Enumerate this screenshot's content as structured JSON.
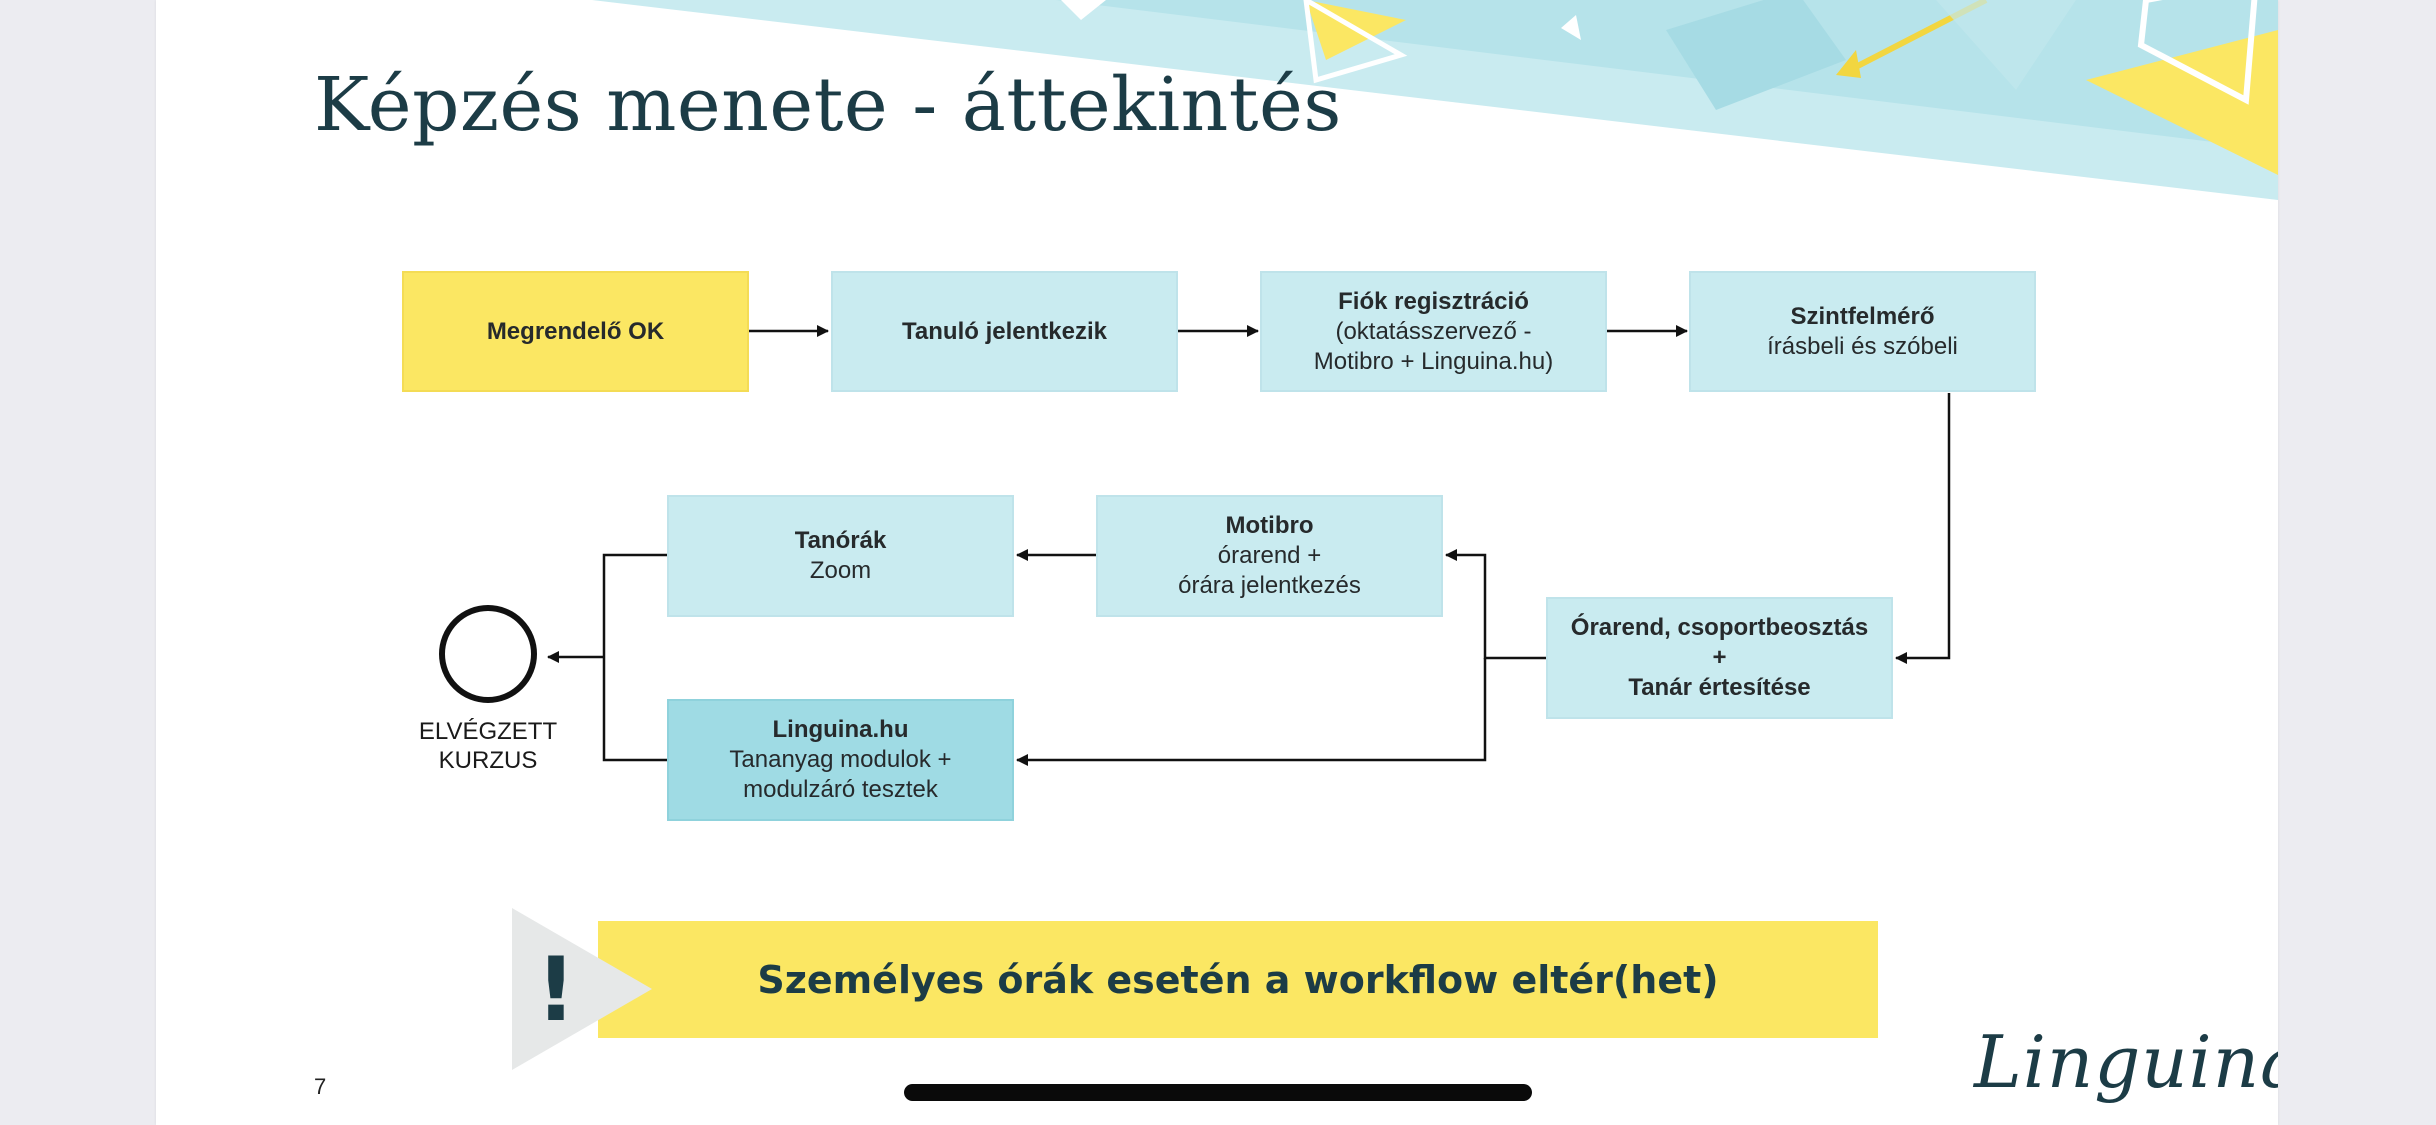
{
  "slide": {
    "title": "Képzés menete - áttekintés",
    "page_number": "7",
    "logo_text": "Linguina"
  },
  "flow": {
    "megrendelo": {
      "title": "Megrendelő OK"
    },
    "tanulo": {
      "title": "Tanuló jelentkezik"
    },
    "fiok": {
      "title": "Fiók regisztráció",
      "line1": "(oktatásszervező -",
      "line2": "Motibro + Linguina.hu)"
    },
    "szintfelmero": {
      "title": "Szintfelmérő",
      "line1": "írásbeli és szóbeli"
    },
    "orarend": {
      "title": "Órarend, csoportbeosztás",
      "line1": "+",
      "line2": "Tanár értesítése"
    },
    "motibro": {
      "title": "Motibro",
      "line1": "órarend +",
      "line2": "órára jelentkezés"
    },
    "tanorak": {
      "title": "Tanórák",
      "line1": "Zoom"
    },
    "linguina": {
      "title": "Linguina.hu",
      "line1": "Tananyag modulok +",
      "line2": "modulzáró tesztek"
    },
    "end": {
      "line1": "ELVÉGZETT",
      "line2": "KURZUS"
    }
  },
  "note": {
    "icon": "exclamation-icon",
    "symbol": "!",
    "text": "Személyes órák esetén a workflow eltér(het)"
  },
  "colors": {
    "title": "#1c3c46",
    "yellow": "#fbe763",
    "light_blue": "#c9ebf0",
    "mid_blue": "#9fdbe4",
    "banner_teal": "#a9dde6"
  }
}
